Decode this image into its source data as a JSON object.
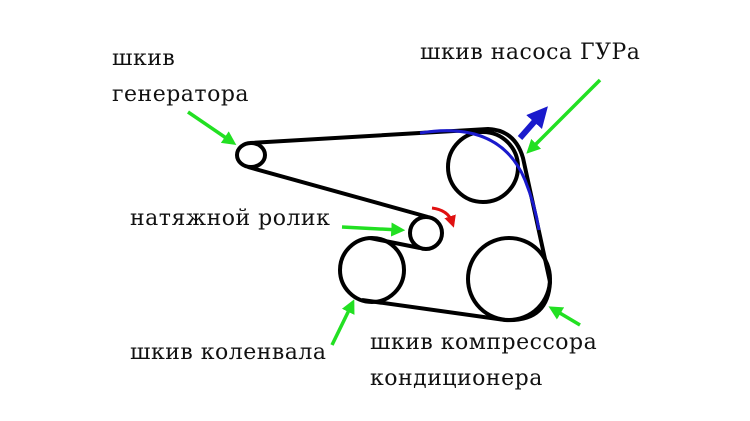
{
  "labels": {
    "generator_line1": "шкив",
    "generator_line2": "генератора",
    "pump": "шкив насоса ГУРа",
    "tensioner": "натяжной ролик",
    "crankshaft": "шкив коленвала",
    "compressor_line1": "шкив компрессора",
    "compressor_line2": "кондиционера"
  },
  "colors": {
    "belt": "#000000",
    "pointer_arrows": "#22e022",
    "belt_highlight": "#1a1acc",
    "movement_arrow": "#1a1acc",
    "rotation_arrow": "#e01010"
  }
}
